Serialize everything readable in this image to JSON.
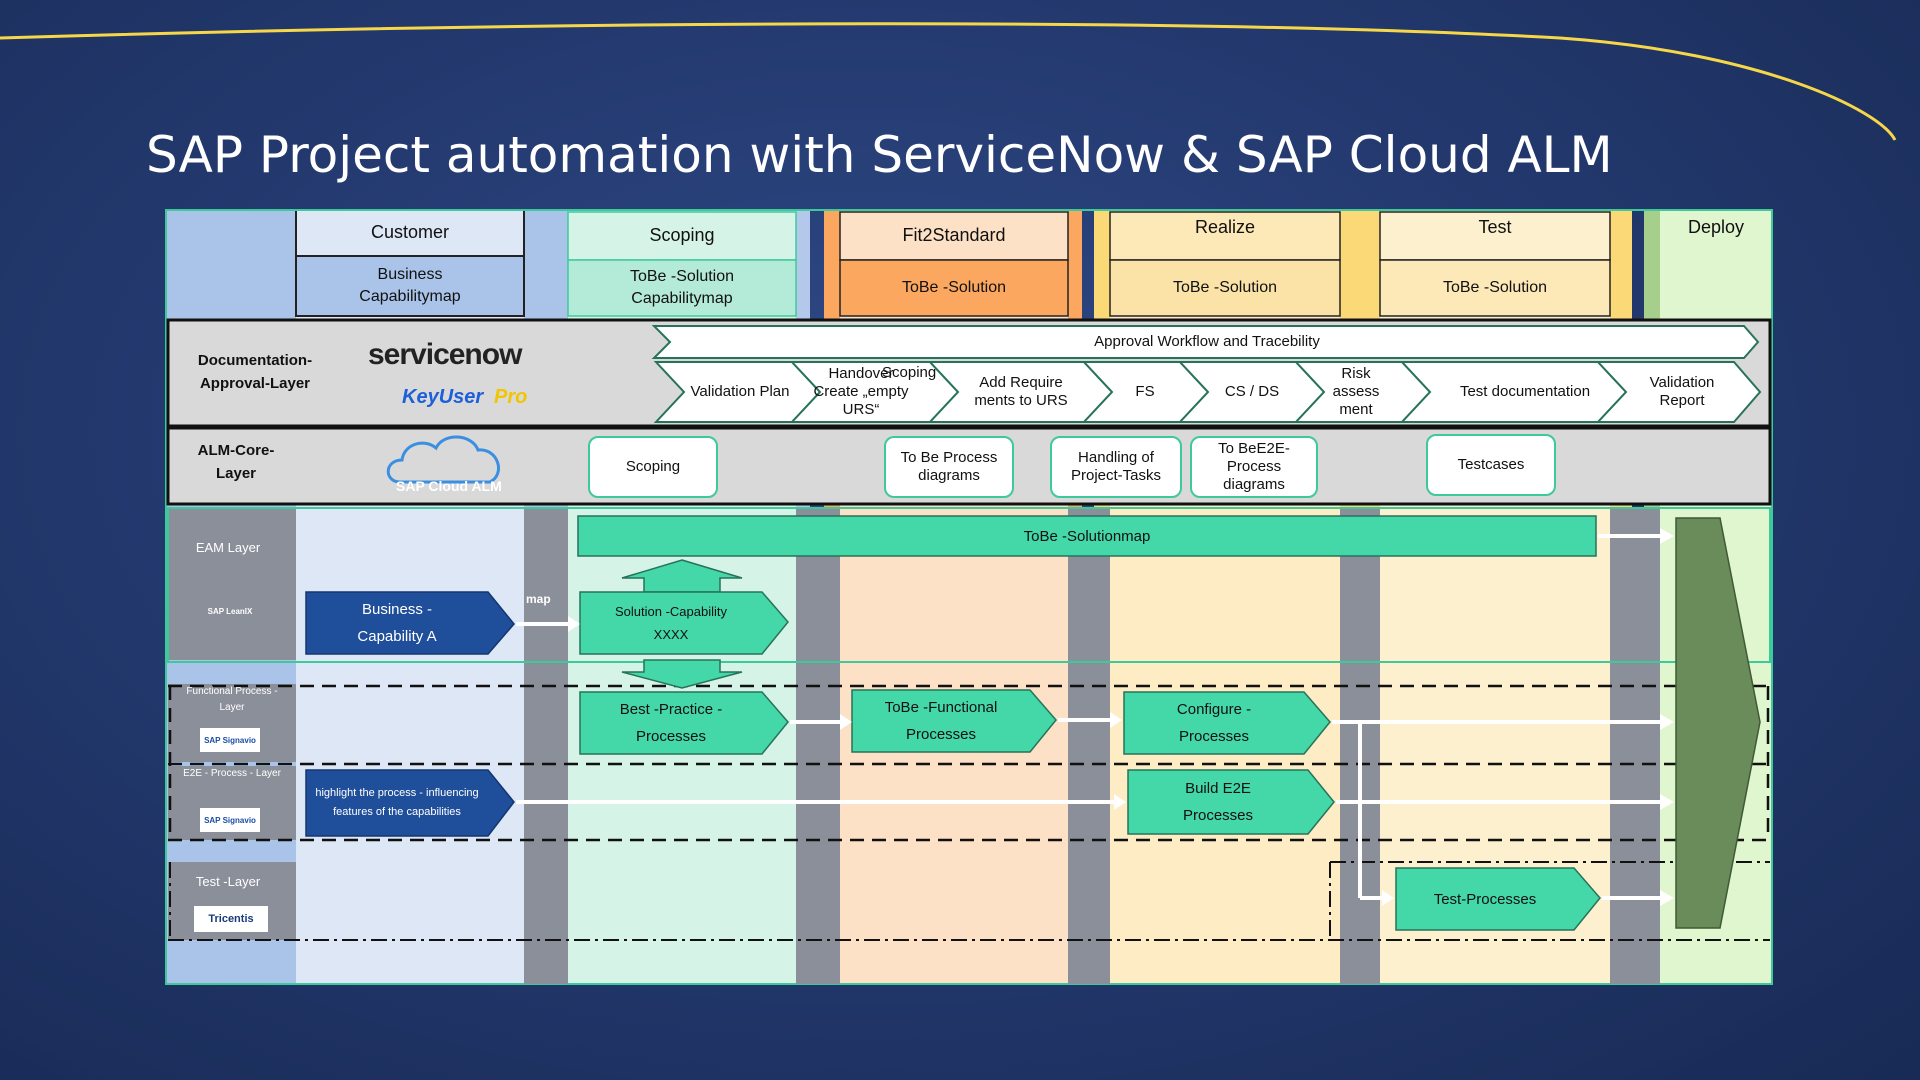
{
  "title": "SAP Project automation with ServiceNow & SAP Cloud ALM",
  "columns": {
    "customer": {
      "header": "Customer",
      "sub": "Business Capabilitymap"
    },
    "scoping": {
      "header": "Scoping",
      "sub": "ToBe -Solution Capabilitymap"
    },
    "fit2standard": {
      "header": "Fit2Standard",
      "sub": "ToBe -Solution"
    },
    "realize": {
      "header": "Realize",
      "sub": "ToBe -Solution"
    },
    "test": {
      "header": "Test",
      "sub": "ToBe -Solution"
    },
    "deploy": {
      "header": "Deploy"
    }
  },
  "doc_layer": {
    "label": "Documentation-Approval-Layer",
    "logo_text": "servicenow",
    "keyuser": "KeyUser",
    "pro": "Pro",
    "workflow": "Approval Workflow and Tracebility",
    "chevrons": [
      "Validation Plan",
      "Handover Create „empty URS“",
      "Scoping",
      "Add Require ments to URS",
      "FS",
      "CS / DS",
      "Risk assess ment",
      "Test documentation",
      "Validation Report"
    ]
  },
  "alm_layer": {
    "label": "ALM-Core-Layer",
    "logo_text": "SAP Cloud ALM",
    "boxes": [
      "Scoping",
      "To Be Process diagrams",
      "Handling of Project-Tasks",
      "To BeE2E-Process diagrams",
      "Testcases"
    ]
  },
  "eam_layer": {
    "label": "EAM Layer",
    "logo": "SAP LeanIX",
    "solutionmap": "ToBe -Solutionmap",
    "business_capability": "Business - Capability A",
    "map_label": "map",
    "solution_capability": "Solution -Capability XXXX"
  },
  "functional_layer": {
    "label": "Functional Process -Layer",
    "logo": "SAP Signavio",
    "best_practice": "Best -Practice - Processes",
    "tobe_functional": "ToBe -Functional Processes",
    "configure": "Configure - Processes"
  },
  "e2e_layer": {
    "label": "E2E - Process - Layer",
    "logo": "SAP Signavio",
    "highlight": "highlight the process - influencing features of the capabilities",
    "build": "Build E2E Processes"
  },
  "test_layer": {
    "label": "Test -Layer",
    "logo": "Tricentis",
    "test_processes": "Test-Processes"
  },
  "colors": {
    "customer": "#a9c4e8",
    "scoping": "#b4ead8",
    "fit": "#fba760",
    "realize": "#fbe3a8",
    "test": "#fde9b8",
    "deploy": "#d7f3c2",
    "teal": "#44d7a8",
    "navy": "#1f4e9a",
    "deploy_arrow": "#6a8c5a"
  }
}
